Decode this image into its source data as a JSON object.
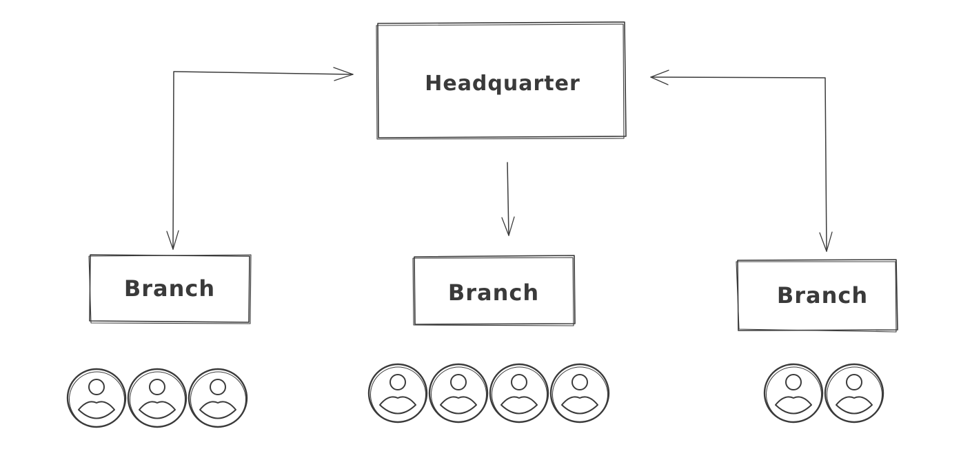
{
  "colors": {
    "ink": "#3a3a3a",
    "background": "#ffffff"
  },
  "nodes": {
    "headquarter": {
      "label": "Headquarter"
    },
    "branches": [
      {
        "label": "Branch",
        "people": 3
      },
      {
        "label": "Branch",
        "people": 4
      },
      {
        "label": "Branch",
        "people": 2
      }
    ]
  },
  "icons": {
    "person": "user-circle-icon"
  }
}
